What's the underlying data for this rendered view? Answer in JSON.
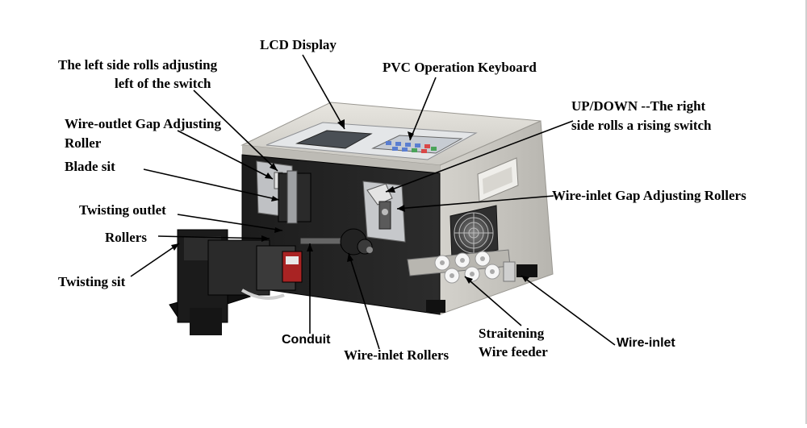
{
  "labels": {
    "lcd_display": "LCD Display",
    "left_rolls_switch_line1": "The left side rolls adjusting",
    "left_rolls_switch_line2": "left of the switch",
    "pvc_keyboard": "PVC Operation Keyboard",
    "updown_line1": "UP/DOWN --The right",
    "updown_line2": "side rolls a rising switch",
    "wire_outlet_gap_line1": "Wire-outlet Gap Adjusting",
    "wire_outlet_gap_line2": "Roller",
    "blade_sit": "Blade sit",
    "twisting_outlet": "Twisting outlet",
    "rollers": "Rollers",
    "twisting_sit": "Twisting sit",
    "wire_inlet_gap": "Wire-inlet Gap Adjusting Rollers",
    "conduit": "Conduit",
    "wire_inlet_rollers": "Wire-inlet Rollers",
    "straitening_line1": "Straitening",
    "straitening_line2": "Wire feeder",
    "wire_inlet": "Wire-inlet"
  }
}
